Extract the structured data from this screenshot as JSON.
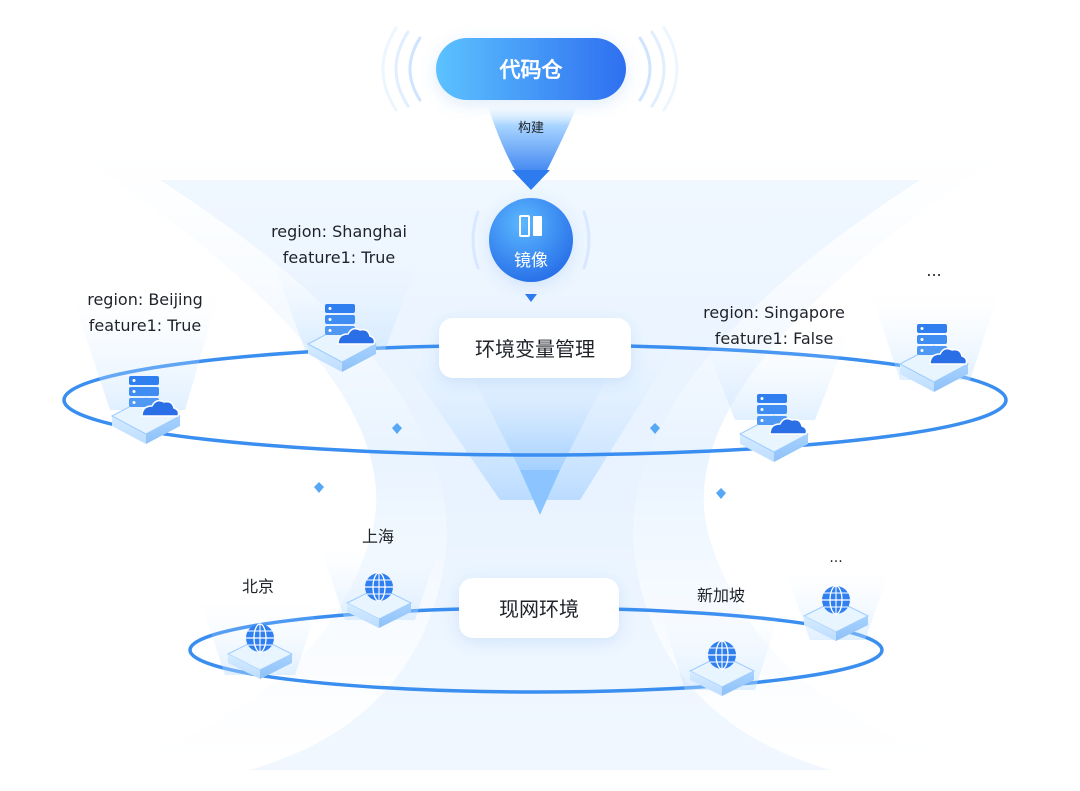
{
  "colors": {
    "accent": "#2e7bf0",
    "accent_light": "#56b6ff",
    "ring": "#3a8ef0",
    "text": "#1f2329",
    "white": "#ffffff"
  },
  "repo": {
    "label": "代码仓"
  },
  "build": {
    "label": "构建"
  },
  "image": {
    "label": "镜像",
    "icon": "mirror-icon"
  },
  "env_var_mgmt": {
    "label": "环境变量管理"
  },
  "prod_env": {
    "label": "现网环境"
  },
  "config_nodes": [
    {
      "region": "region: Beijing",
      "feature": "feature1: True",
      "icon": "server-cloud-icon"
    },
    {
      "region": "region: Shanghai",
      "feature": "feature1: True",
      "icon": "server-cloud-icon"
    },
    {
      "region": "region: Singapore",
      "feature": "feature1: False",
      "icon": "server-cloud-icon"
    },
    {
      "region": "...",
      "feature": "",
      "icon": "server-cloud-icon"
    }
  ],
  "deploy_nodes": [
    {
      "label": "北京",
      "icon": "globe-icon"
    },
    {
      "label": "上海",
      "icon": "globe-icon"
    },
    {
      "label": "新加坡",
      "icon": "globe-icon"
    },
    {
      "label": "...",
      "icon": "globe-icon"
    }
  ]
}
